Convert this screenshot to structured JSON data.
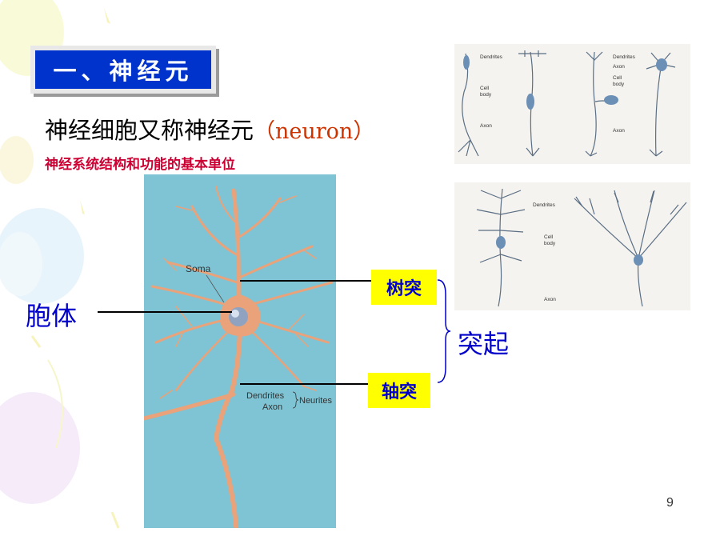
{
  "slide": {
    "title": "一、神经元",
    "subtitle_zh": "神经细胞又称神经元",
    "subtitle_en": "（neuron）",
    "description": "神经系统结构和功能的基本单位",
    "page_number": "9"
  },
  "main_figure": {
    "soma_label": "Soma",
    "dendrites_label": "Dendrites",
    "axon_label": "Axon",
    "neurites_label": "Neurites"
  },
  "callouts": {
    "cell_body": "胞体",
    "dendrite": "树突",
    "axon": "轴突",
    "process": "突起"
  },
  "ref_top": {
    "dendrites": "Dendrites",
    "cell_body_1": "Cell",
    "cell_body_2": "body",
    "axon": "Axon",
    "dendrites_b": "Dendrites",
    "axon_b": "Axon",
    "cell_body_b1": "Cell",
    "cell_body_b2": "body",
    "axon_c": "Axon"
  },
  "ref_bottom": {
    "dendrites": "Dendrites",
    "cell_body_1": "Cell",
    "cell_body_2": "body",
    "axon": "Axon"
  },
  "colors": {
    "title_bg": "#0033cc",
    "desc_text": "#cc0033",
    "callout_text": "#0000cc",
    "label_bg": "#ffff00",
    "neuron_bg": "#7fc4d4",
    "neuron_body": "#e9a27a"
  }
}
